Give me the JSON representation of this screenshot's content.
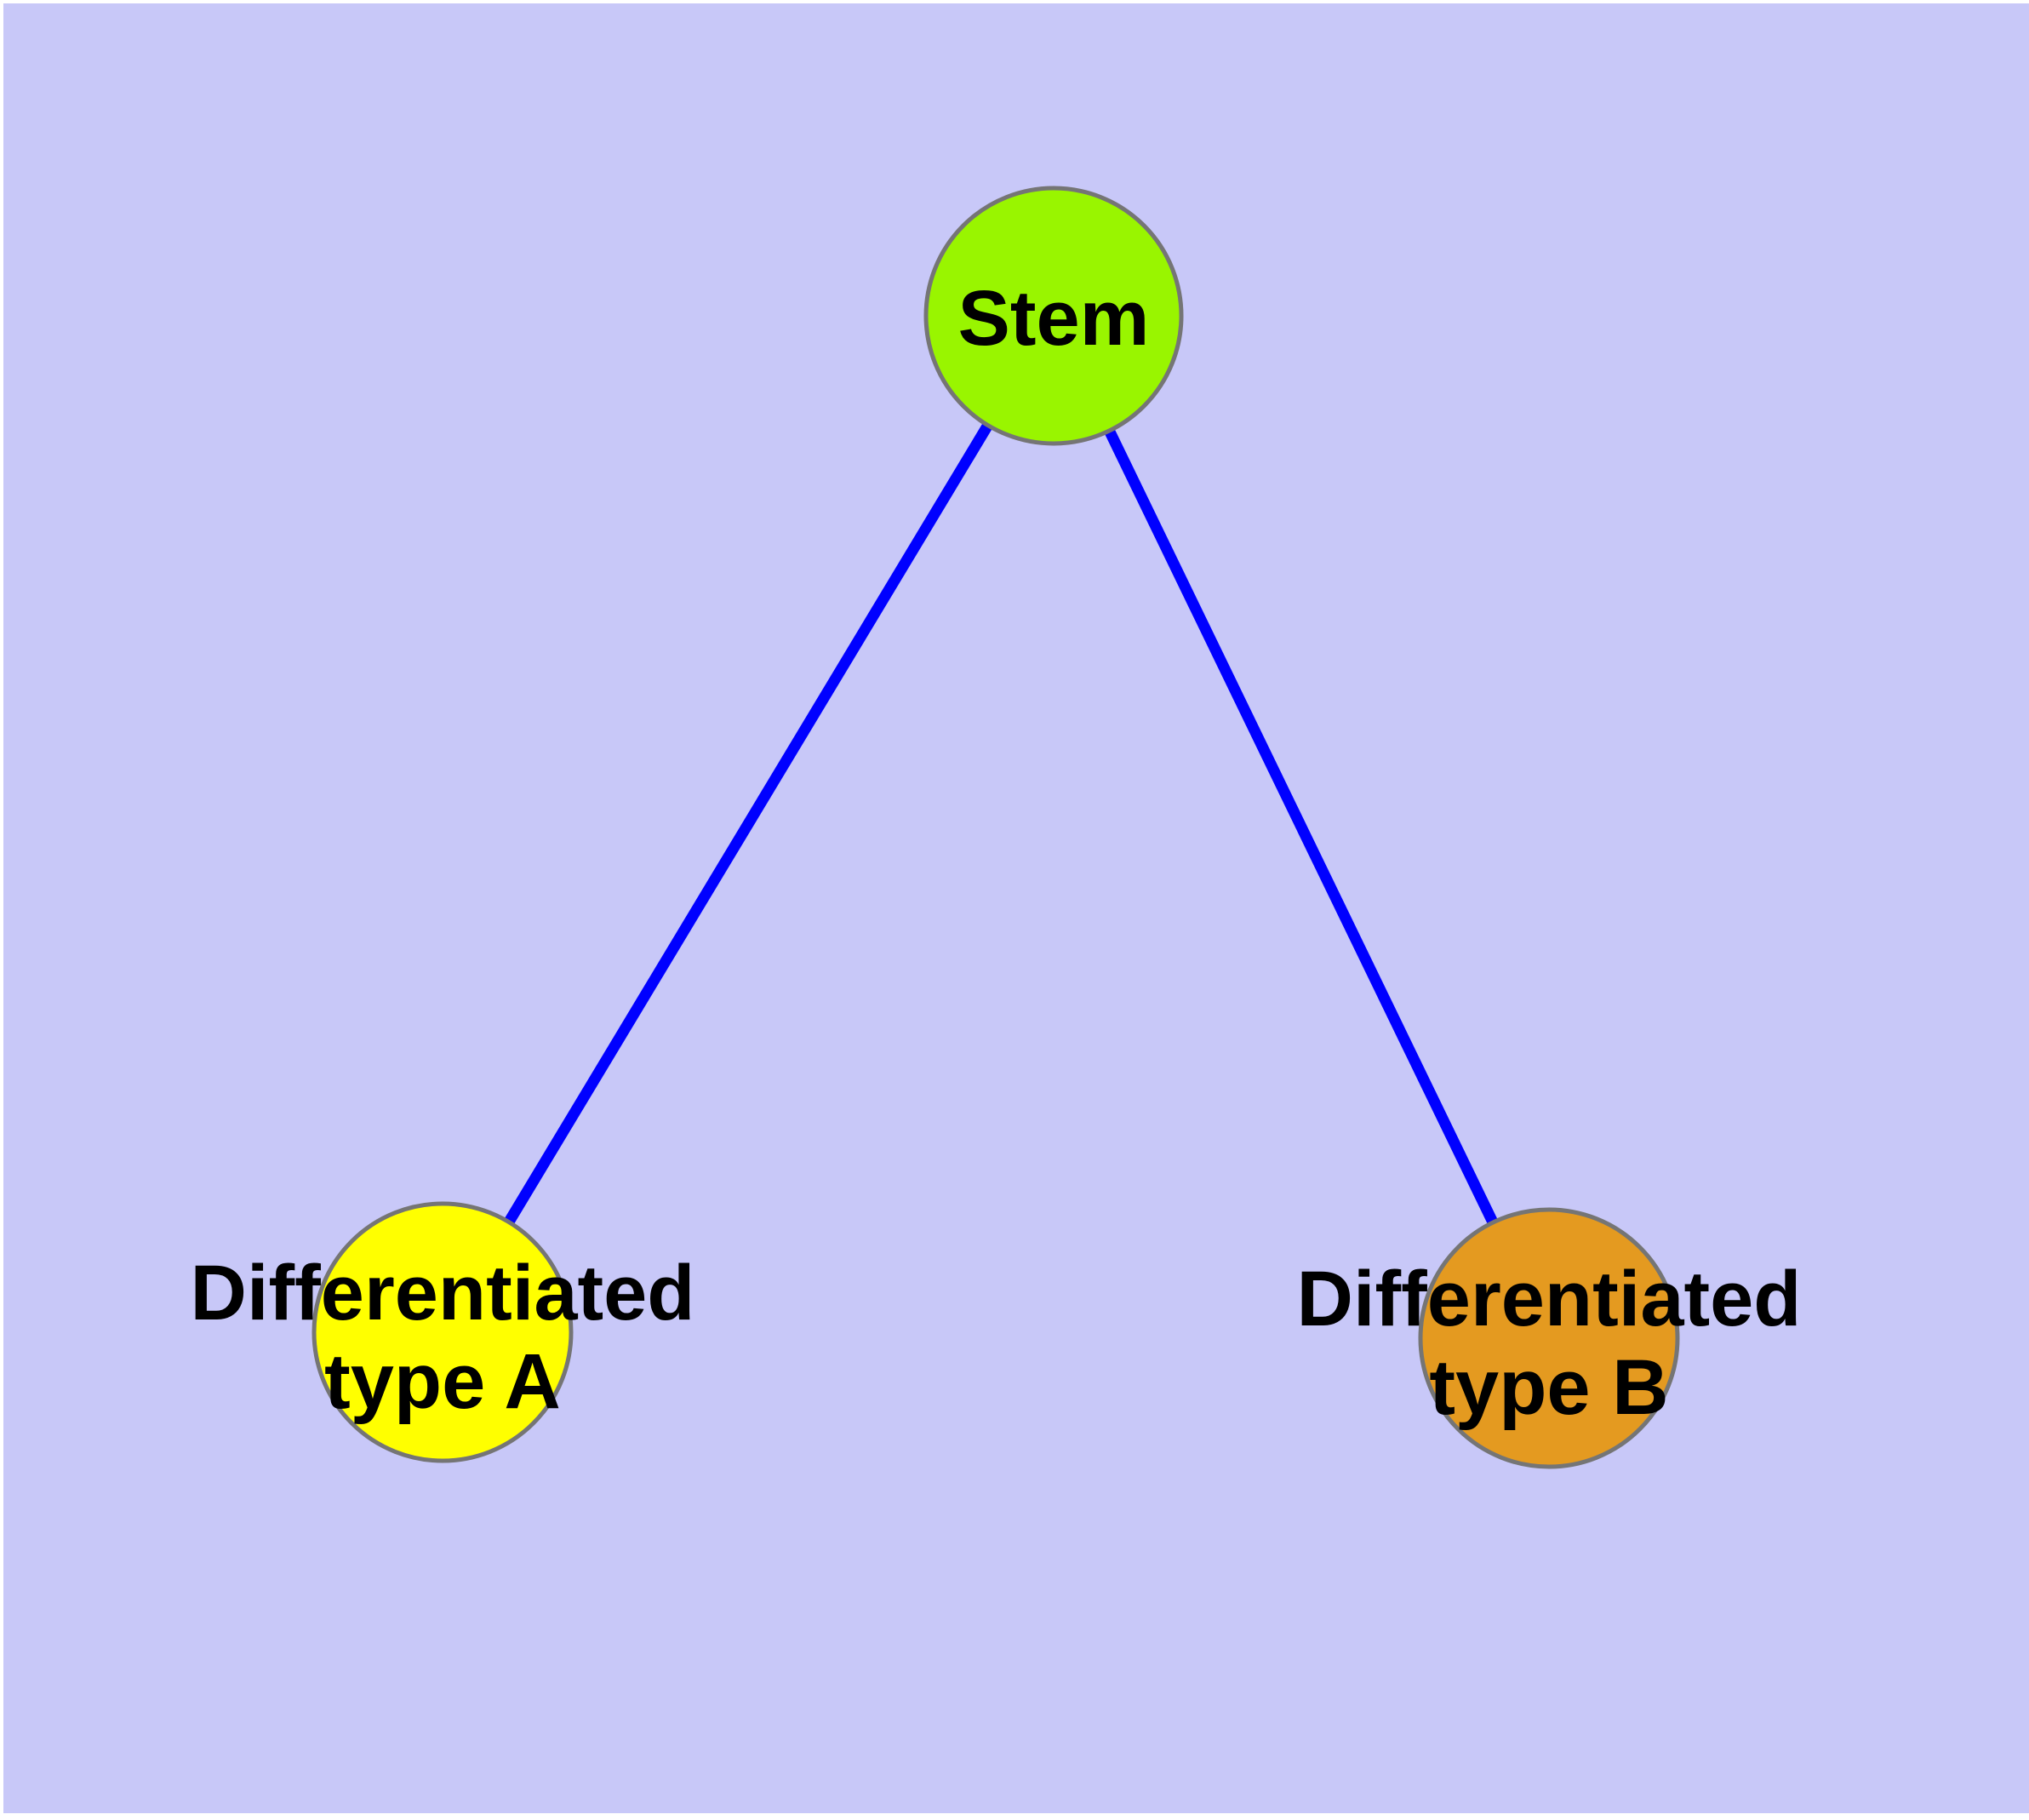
{
  "diagram": {
    "background_color": "#c8c8f8",
    "margin_color": "#ffffff",
    "edge_color": "#0000ff",
    "node_border_color": "#757575",
    "text_color": "#000000",
    "nodes": [
      {
        "id": "stem",
        "label": "Stem",
        "fill": "#99f500"
      },
      {
        "id": "differentiated-type-a",
        "label": "Differentiated type A",
        "line1": "Differentiated",
        "line2": "type A",
        "fill": "#ffff00"
      },
      {
        "id": "differentiated-type-b",
        "label": "Differentiated type B",
        "line1": "Differentiated",
        "line2": "type B",
        "fill": "#e49a20"
      }
    ],
    "edges": [
      {
        "from": "Stem",
        "to": "Differentiated type A"
      },
      {
        "from": "Stem",
        "to": "Differentiated type B"
      }
    ]
  }
}
